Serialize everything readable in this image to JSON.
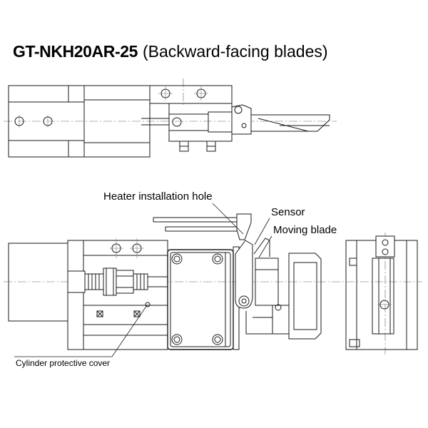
{
  "title": {
    "model": "GT-NKH20AR-25",
    "subtitle": "(Backward-facing blades)"
  },
  "callouts": {
    "heater_hole": "Heater installation hole",
    "sensor": "Sensor",
    "moving_blade": "Moving blade",
    "cylinder_cover": "Cylinder protective cover"
  },
  "colors": {
    "background": "#ffffff",
    "line": "#1a1a1a",
    "text": "#000000",
    "centerline": "#666666"
  }
}
